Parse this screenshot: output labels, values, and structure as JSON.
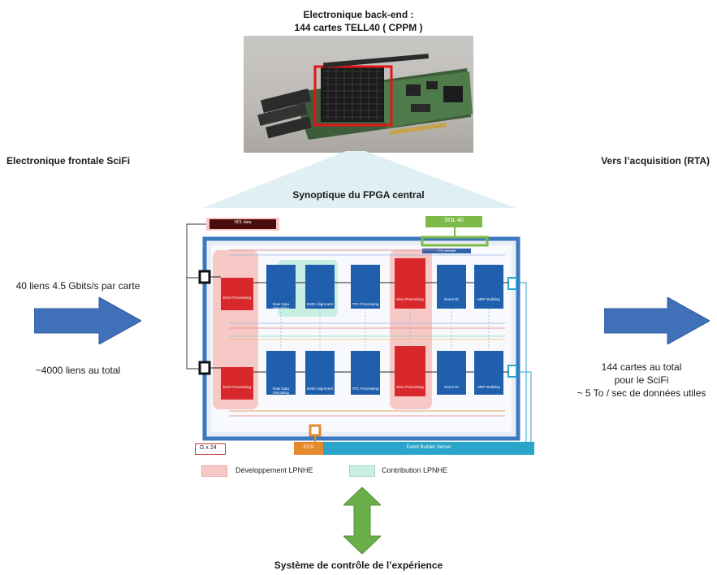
{
  "header": {
    "line1": "Electronique back-end :",
    "line2": "144 cartes TELL40 ( CPPM )"
  },
  "left_title": "Electronique frontale SciFi",
  "right_title": "Vers l’acquisition (RTA)",
  "synoptic_title": "Synoptique du FPGA central",
  "left_info": {
    "links": "40 liens 4.5 Gbits/s par carte",
    "total": "~4000 liens au total"
  },
  "right_info": {
    "line1": "144 cartes au total",
    "line2": "pour le SciFi",
    "line3": "~ 5 To / sec de données utiles"
  },
  "footer": "Système de contrôle de l’expérience",
  "legend": {
    "gx": "G x 24",
    "dev": "Développement LPNHE",
    "contrib": "Contribution LPNHE"
  },
  "colors": {
    "dark_blue": "#1f5fae",
    "frame_blue": "#3c78c0",
    "red_block": "#d9282b",
    "pink_zone": "#f7c9c6",
    "green_zone": "#c9efe2",
    "arrow_blue": "#3f70b8",
    "arrow_green": "#6ab04a",
    "cyan_bar": "#2aa4c8",
    "orange": "#e58a2c",
    "sol_green": "#7dbb49"
  },
  "fpga": {
    "hdl_bar": "HDL data",
    "sol40": "SOL 40",
    "ecs": "ECS",
    "event_builder": "Event Builder Server",
    "ttc_decoder": "TTC decoder",
    "top_row": [
      {
        "label": "Error Processing"
      },
      {
        "label": "Raw Data Decoding"
      },
      {
        "label": "BXID Alignment"
      },
      {
        "label": "TFC Processing"
      },
      {
        "label": "Zero Processing"
      },
      {
        "label": "Event ID"
      },
      {
        "label": "MEP Building"
      }
    ],
    "bottom_row": [
      {
        "label": "Error Processing"
      },
      {
        "label": "Raw Data Decoding"
      },
      {
        "label": "BXID Alignment"
      },
      {
        "label": "TFC Processing"
      },
      {
        "label": "Zero Processing"
      },
      {
        "label": "Event ID"
      },
      {
        "label": "MEP Building"
      }
    ]
  }
}
